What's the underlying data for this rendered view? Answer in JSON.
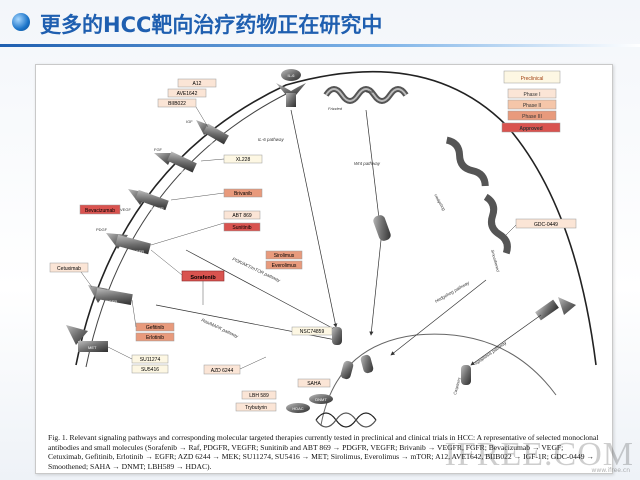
{
  "slide": {
    "title": "更多的HCC靶向治疗药物正在研究中"
  },
  "legend": {
    "preclinical": "Preclinical",
    "phase1": "Phase I",
    "phase2": "Phase II",
    "phase3": "Phase III",
    "approved": "Approved"
  },
  "receptors": {
    "il6": "IL-6",
    "wnt": "Wnt",
    "frizzled": "Frizzled",
    "igf": "IGF",
    "igf1r": "IGF-1R",
    "fgf": "FGF",
    "fgfr": "FGFR",
    "vegf": "VEGF",
    "vegfr": "VEGFR",
    "pdgf": "PDGF",
    "pdgfr": "PDGFR",
    "egfr": "EGFR",
    "met": "MET"
  },
  "drugs": {
    "a12": "A12",
    "ave1642": "AVE1642",
    "biib022": "BIIB022",
    "xl228": "XL228",
    "brivanib": "Brivanib",
    "bevacizumab": "Bevacizumab",
    "abt869": "ABT 869",
    "sunitinib": "Sunitinib",
    "sirolimus": "Sirolimus",
    "everolimus": "Everolimus",
    "cetuximab": "Cetuximab",
    "sorafenib": "Sorafenib",
    "gefitinib": "Gefitinib",
    "erlotinib": "Erlotinib",
    "su11274": "SU11274",
    "su5416": "SU5416",
    "azd6244": "AZD 6244",
    "nsc74859": "NSC74859",
    "saha": "SAHA",
    "lbh589": "LBH 589",
    "trybutyrin": "Trybutyrin",
    "gdc0449": "GDC-0449"
  },
  "pathways": {
    "il6": "IL-6 pathway",
    "wnt": "Wnt pathway",
    "pi3k": "PI3K/AKT/mTOR pathway",
    "ras": "Ras/MAPK pathway",
    "hedgehog": "Hedgehog pathway",
    "apoptosis": "Apoptosis pathway",
    "smoothened": "Smoothened",
    "hedgehog_ligand": "Hedgehog",
    "caspases": "Caspases",
    "dnmt": "DNMT",
    "hdac": "HDAC"
  },
  "caption": "Fig. 1. Relevant signaling pathways and corresponding molecular targeted therapies currently tested in preclinical and clinical trials in HCC: A representative of selected monoclonal antibodies and small molecules (Sorafenib → Raf, PDGFR, VEGFR; Sunitinib and ABT 869 → PDGFR, VEGFR; Brivanib → VEGFR, FGFR; Bevacizumab → VEGF; Cetuximab, Gefitinib, Erlotinib → EGFR; AZD 6244 → MEK; SU11274, SU5416 → MET; Sirolimus, Everolimus → mTOR; A12, AVE1642, BIIB022 → IGF-1R; GDC-0449 → Smoothened; SAHA → DNMT; LBH589 → HDAC).",
  "watermark": {
    "text": "IFREE.COM",
    "sub": "www.ifree.cn"
  },
  "colors": {
    "title": "#1f5fb0",
    "preclinical": "#fdf7e3",
    "phase1": "#fbe5d6",
    "phase2": "#f5c6a9",
    "phase3": "#e89a7c",
    "approved": "#d9534f"
  }
}
